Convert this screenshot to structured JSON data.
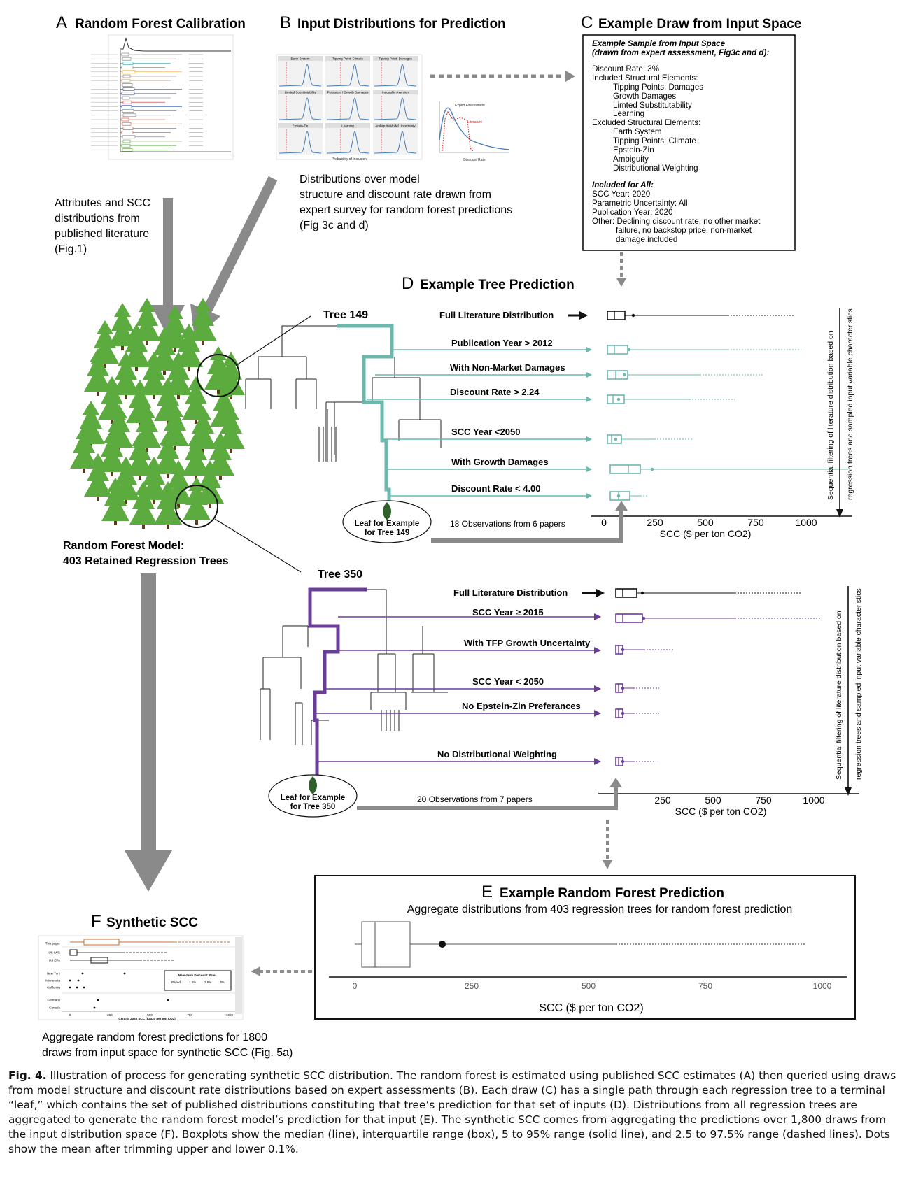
{
  "panel_a": {
    "letter": "A",
    "title": "Random Forest Calibration",
    "note": [
      "Attributes and SCC",
      "distributions from",
      "published literature",
      "(Fig.1)"
    ]
  },
  "panel_b": {
    "letter": "B",
    "title": "Input Distributions for Prediction",
    "note": [
      "Distributions over model",
      "structure and discount rate drawn from",
      "expert survey for random forest predictions",
      "(Fig 3c and d)"
    ],
    "thumbnail_titles": [
      "Earth System",
      "Tipping Point: Climate",
      "Tipping Point: Damages",
      "Limited Substitutability",
      "Persistent / Growth Damages",
      "Inequality Aversion",
      "Epstein-Zin",
      "Learning",
      "Ambiguity/Model Uncertainty"
    ],
    "thumbnail_xlabel": "Probability of Inclusion",
    "discount_xlabel": "Discount Rate",
    "legend_expert": "Expert Assessment",
    "legend_literature": "Literature"
  },
  "panel_c": {
    "letter": "C",
    "title": "Example Draw from Input Space",
    "heading1": "Example Sample from Input Space",
    "heading2": "(drawn from expert assessment, Fig3c and d):",
    "discount": "Discount Rate: 3%",
    "included_label": "Included Structural Elements:",
    "included": [
      "Tipping Points: Damages",
      "Growth Damages",
      "Limted Substitutability",
      "Learning"
    ],
    "excluded_label": "Excluded Structural Elements:",
    "excluded": [
      "Earth System",
      "Tipping Points: Climate",
      "Epstein-Zin",
      "Ambiguity",
      "Distributional Weighting"
    ],
    "all_label": "Included for All:",
    "all_items": [
      "SCC Year: 2020",
      "Parametric Uncertainty: All",
      "Publication Year: 2020"
    ],
    "other_line1": "Other: Declining discount rate, no other market",
    "other_line2": "failure, no backstop price, non-market",
    "other_line3": "damage included"
  },
  "panel_d": {
    "letter": "D",
    "title": "Example Tree Prediction",
    "tree1": {
      "name": "Tree 149",
      "full": "Full Literature Distribution",
      "steps": [
        "Publication Year > 2012",
        "With Non-Market Damages",
        "Discount Rate > 2.24",
        "SCC Year <2050",
        "With Growth Damages",
        "Discount Rate < 4.00"
      ],
      "leaf1": "Leaf for Example",
      "leaf2": "for Tree 149",
      "obs": "18 Observations from 6 papers",
      "ticks": [
        "0",
        "250",
        "500",
        "750",
        "1000"
      ],
      "axis": "SCC ($ per ton CO2)",
      "side1": "Sequential filtering of literature distribution based on",
      "side2": "regression trees and sampled input variable characteristics"
    },
    "tree2": {
      "name": "Tree 350",
      "full": "Full Literature Distribution",
      "steps": [
        "SCC Year ≥ 2015",
        "With TFP Growth Uncertainty",
        "SCC Year < 2050",
        "No Epstein-Zin Preferances",
        "No Distributional Weighting"
      ],
      "leaf1": "Leaf for Example",
      "leaf2": "for Tree 350",
      "obs": "20 Observations from 7 papers",
      "ticks": [
        "250",
        "500",
        "750",
        "1000"
      ],
      "axis": "SCC ($ per ton CO2)",
      "side1": "Sequential filtering of literature distribution based on",
      "side2": "regression trees and sampled input variable characteristics"
    },
    "forest1": "Random Forest Model:",
    "forest2": "403 Retained Regression Trees"
  },
  "panel_e": {
    "letter": "E",
    "title": "Example Random Forest Prediction",
    "subtitle": "Aggregate distributions from 403 regression trees for random forest prediction",
    "ticks": [
      "0",
      "250",
      "500",
      "750",
      "1000"
    ],
    "axis": "SCC ($ per ton CO2)"
  },
  "panel_f": {
    "letter": "F",
    "title": "Synthetic SCC",
    "note": [
      "Aggregate random forest predictions for 1800",
      "draws from input space for synthetic SCC (Fig. 5a)"
    ],
    "rows": [
      "This paper",
      "US IWG",
      "US EPA",
      "New York",
      "Minnesota",
      "California",
      "Germany",
      "Canada"
    ],
    "legend_title": "Near-term Discount Rate:",
    "legend_labels": [
      "Paired",
      "1.5%",
      "2.5%",
      "3%"
    ],
    "xlabel": "Central 2020 SCC ($2020 per ton CO2)",
    "ticks": [
      "0",
      "250",
      "500",
      "750",
      "1000"
    ]
  },
  "caption": {
    "label": "Fig. 4.",
    "text": "Illustration of process for generating synthetic SCC distribution. The random forest is estimated using published SCC estimates (A) then queried using draws from model structure and discount rate distributions based on expert assessments (B). Each draw (C) has a single path through each regression tree to a terminal “leaf,” which contains the set of published distributions constituting that tree’s prediction for that set of inputs (D). Distributions from all regression trees are aggregated to generate the random forest model’s prediction for that input (E). The synthetic SCC comes from aggregating the predictions over 1,800 draws from the input distribution space (F). Boxplots show the median (line), interquartile range (box), 5 to 95% range (solid line), and 2.5 to 97.5% range (dashed lines). Dots show the mean after trimming upper and lower 0.1%."
  },
  "colors": {
    "teal": "#6db8ad",
    "purple": "#6a3d99",
    "tree": "#5cab3e",
    "arrow": "#8a8a8a"
  }
}
